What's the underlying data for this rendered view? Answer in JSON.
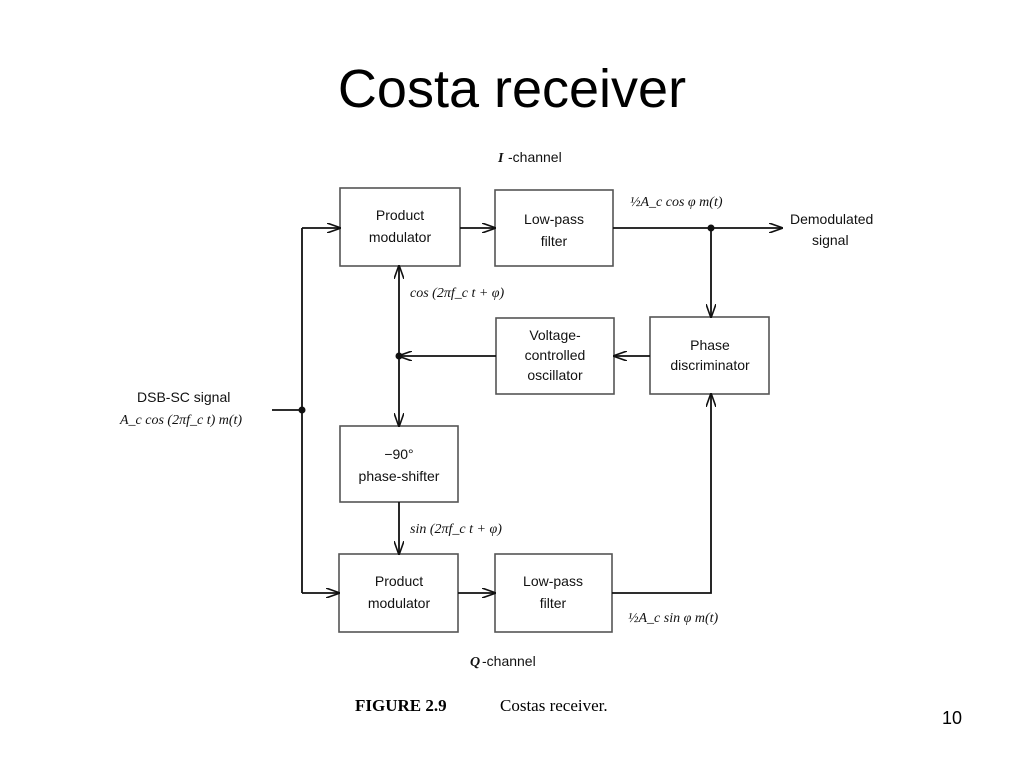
{
  "slide": {
    "title": "Costa receiver",
    "page_number": "10"
  },
  "diagram": {
    "blocks": {
      "product_modulator_top": [
        "Product",
        "modulator"
      ],
      "lowpass_top": [
        "Low-pass",
        "filter"
      ],
      "vco": [
        "Voltage-",
        "controlled",
        "oscillator"
      ],
      "phase_discriminator": [
        "Phase",
        "discriminator"
      ],
      "phase_shifter": [
        "−90°",
        "phase-shifter"
      ],
      "product_modulator_bottom": [
        "Product",
        "modulator"
      ],
      "lowpass_bottom": [
        "Low-pass",
        "filter"
      ]
    },
    "labels": {
      "i_channel_letter": "I",
      "i_channel_rest": "-channel",
      "q_channel_letter": "Q",
      "q_channel_rest": "-channel",
      "input_line1": "DSB-SC signal",
      "input_line2": "A_c cos (2πf_c t) m(t)",
      "output_line1": "Demodulated",
      "output_line2": "signal",
      "i_output": "½A_c cos φ m(t)",
      "q_output": "½A_c sin φ m(t)",
      "vco_cos": "cos (2πf_c t + φ)",
      "shifter_sin": "sin (2πf_c t + φ)"
    },
    "caption": {
      "figure": "FIGURE 2.9",
      "text": "Costas receiver."
    }
  }
}
